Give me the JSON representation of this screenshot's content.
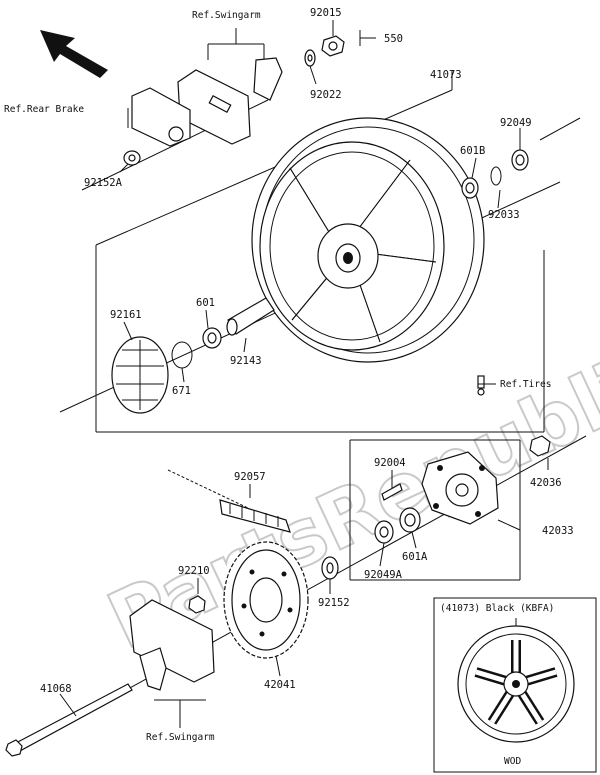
{
  "watermark": "PartsRepublik",
  "labels": {
    "ref_swingarm_top": "Ref.Swingarm",
    "ref_rear_brake": "Ref.Rear Brake",
    "p92015": "92015",
    "p550": "550",
    "p92022": "92022",
    "p41073": "41073",
    "p92049": "92049",
    "p601B": "601B",
    "p92033": "92033",
    "p92152A": "92152A",
    "p601": "601",
    "p92161": "92161",
    "p92143": "92143",
    "p671": "671",
    "ref_tires": "Ref.Tires",
    "p92004": "92004",
    "p42036": "42036",
    "p92057": "92057",
    "p42033": "42033",
    "p601A": "601A",
    "p92049A": "92049A",
    "p92210": "92210",
    "p92152": "92152",
    "p42041": "42041",
    "p41068": "41068",
    "ref_swingarm_bottom": "Ref.Swingarm",
    "inset_title": "(41073) Black (KBFA)",
    "inset_code": "WOD"
  }
}
